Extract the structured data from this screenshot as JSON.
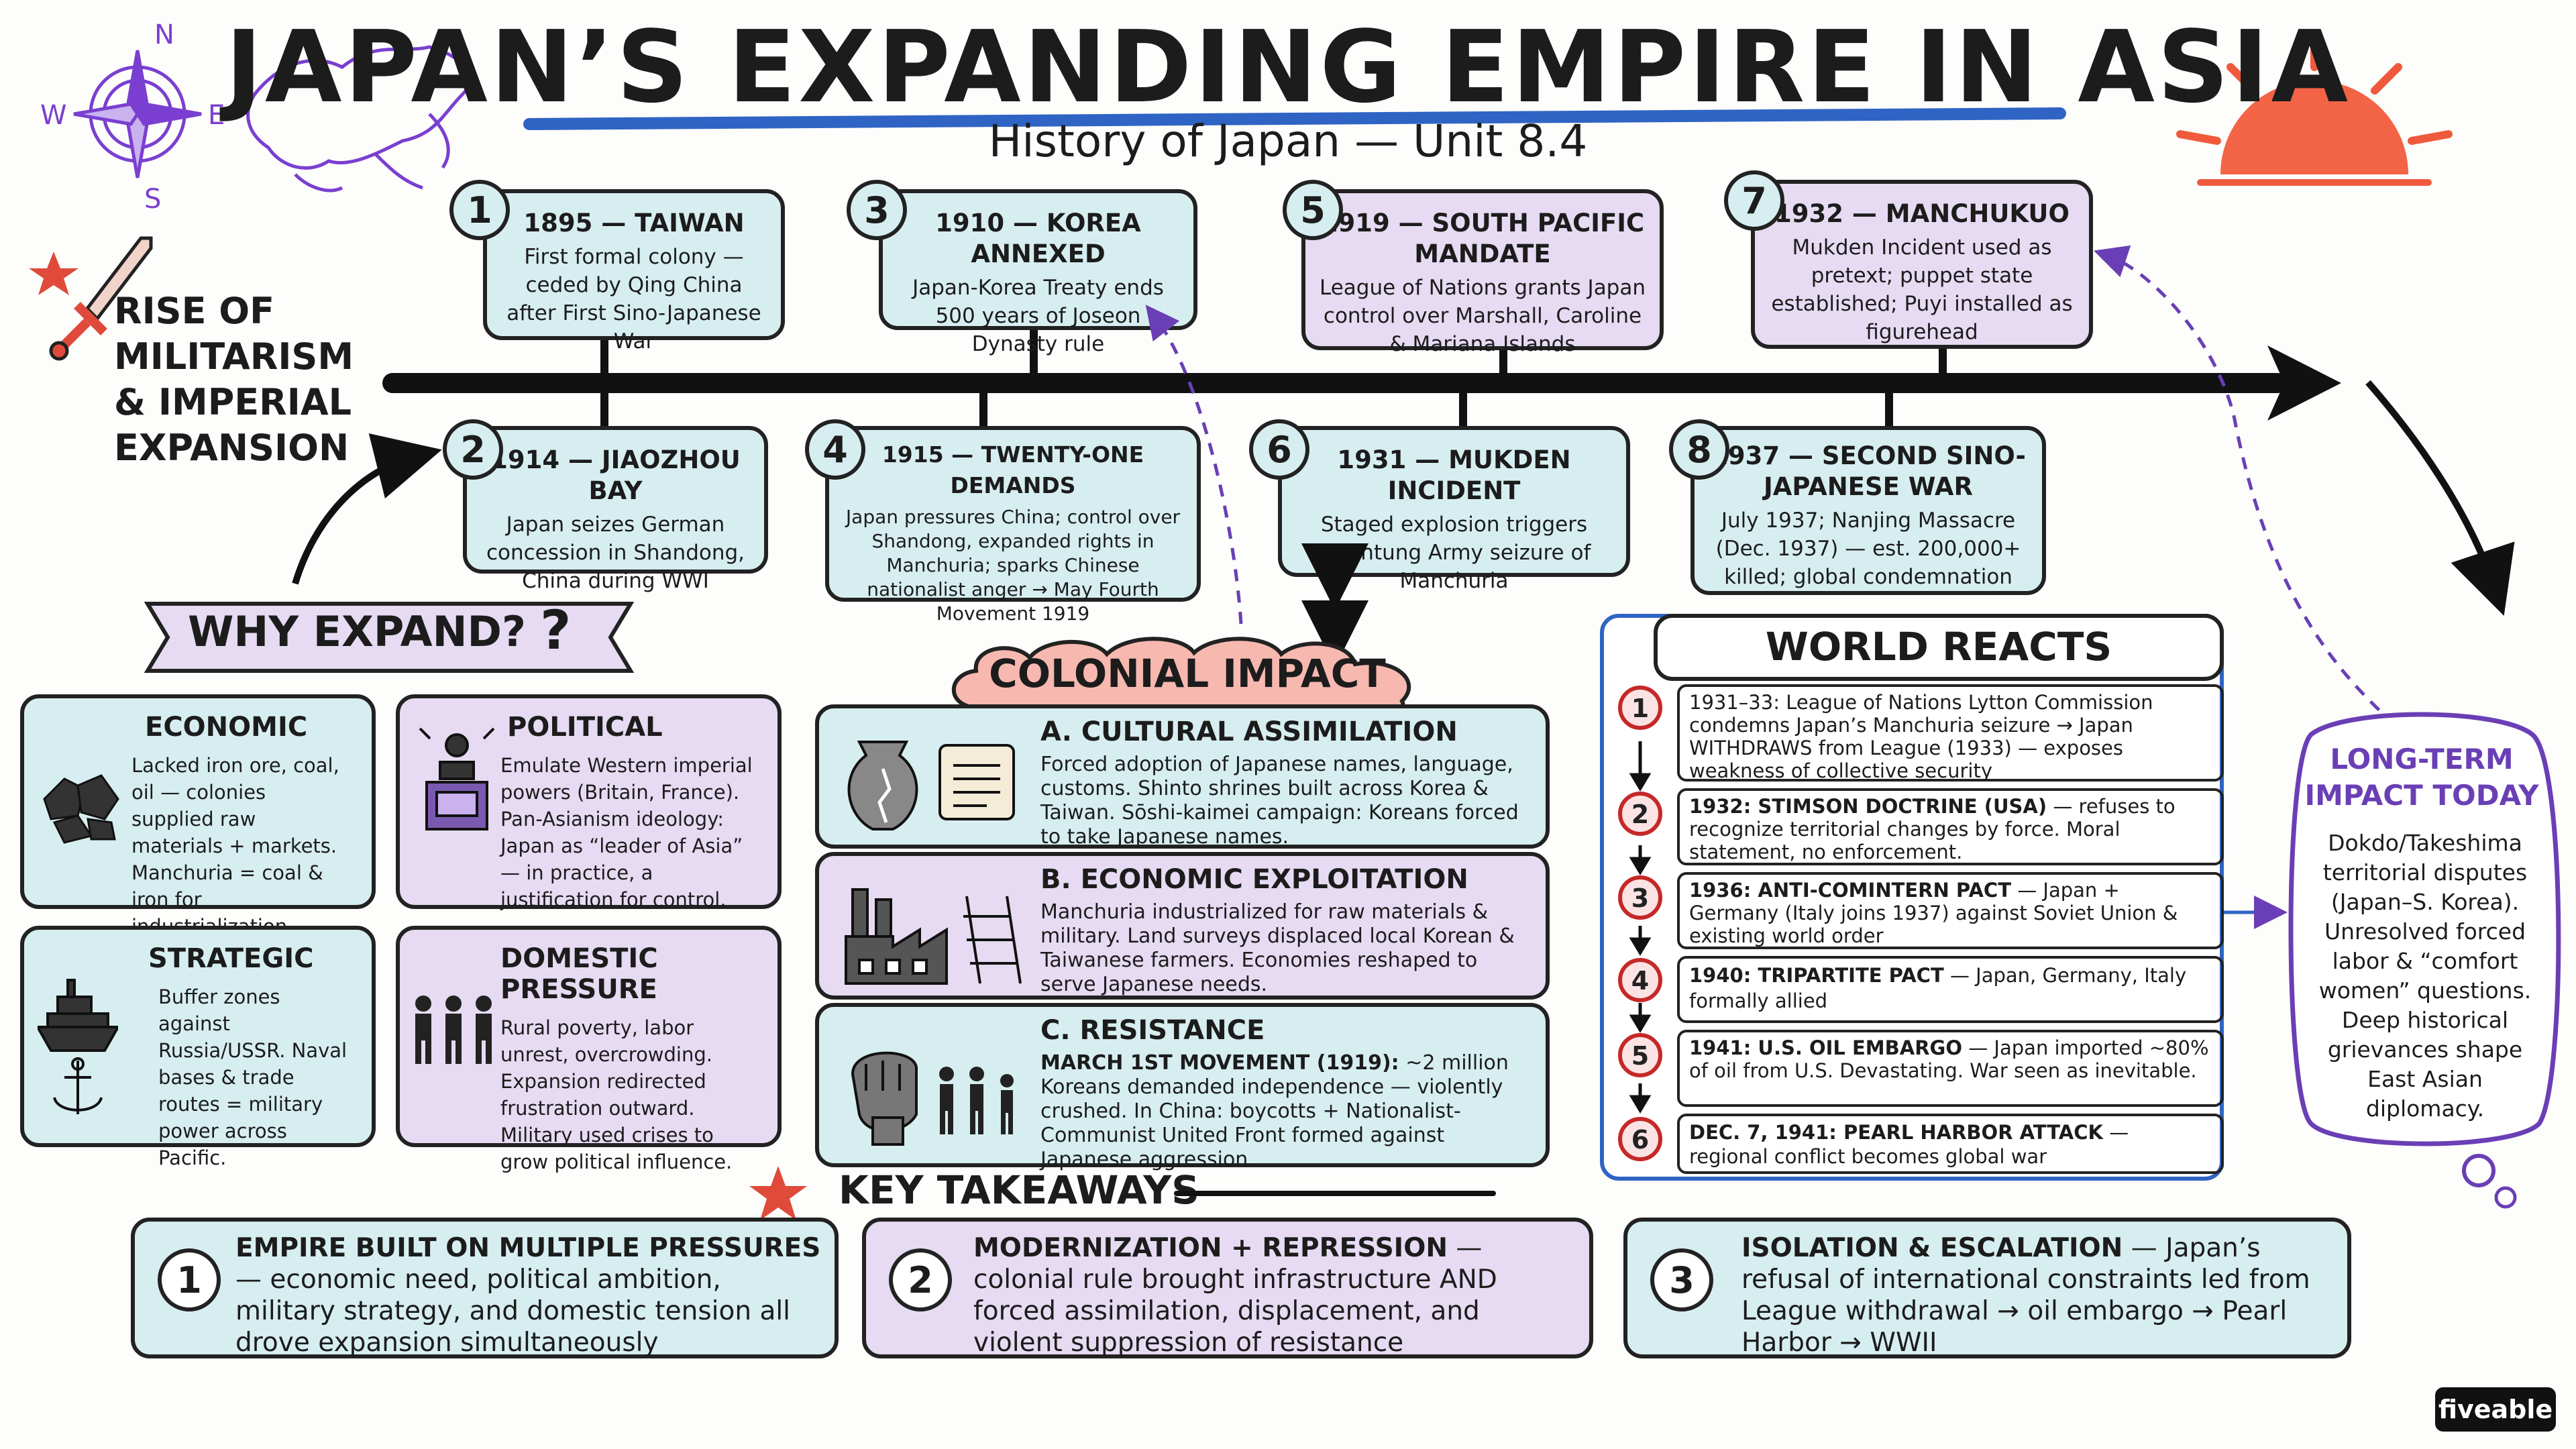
{
  "title": "JAPAN’S EXPANDING EMPIRE IN ASIA",
  "subtitle": "History of Japan — Unit 8.4",
  "compass": {
    "n": "N",
    "s": "S",
    "e": "E",
    "w": "W"
  },
  "side_label": "RISE OF MILITARISM & IMPERIAL EXPANSION",
  "timeline": [
    {
      "num": "1",
      "head": "1895 — TAIWAN",
      "body": "First formal colony — ceded by Qing China after First Sino-Japanese War"
    },
    {
      "num": "2",
      "head": "1914 — JIAOZHOU BAY",
      "body": "Japan seizes German concession in Shandong, China during WWI"
    },
    {
      "num": "3",
      "head": "1910 — KOREA ANNEXED",
      "body": "Japan-Korea Treaty ends 500 years of Joseon Dynasty rule"
    },
    {
      "num": "4",
      "head": "1915 — TWENTY-ONE DEMANDS",
      "body": "Japan pressures China; control over Shandong, expanded rights in Manchuria; sparks Chinese nationalist anger → May Fourth Movement 1919"
    },
    {
      "num": "5",
      "head": "1919 — SOUTH PACIFIC MANDATE",
      "body": "League of Nations grants Japan control over Marshall, Caroline & Mariana Islands"
    },
    {
      "num": "6",
      "head": "1931 — MUKDEN INCIDENT",
      "body": "Staged explosion triggers Kwantung Army seizure of Manchuria"
    },
    {
      "num": "7",
      "head": "1932 — MANCHUKUO",
      "body": "Mukden Incident used as pretext; puppet state established; Puyi installed as figurehead"
    },
    {
      "num": "8",
      "head": "1937 — SECOND SINO-JAPANESE WAR",
      "body": "July 1937; Nanjing Massacre (Dec. 1937) — est. 200,000+ killed; global condemnation"
    }
  ],
  "why": {
    "title": "WHY EXPAND?",
    "mark": "?",
    "items": [
      {
        "head": "ECONOMIC",
        "body": "Lacked iron ore, coal, oil — colonies supplied raw materials + markets. Manchuria = coal & iron for industrialization."
      },
      {
        "head": "POLITICAL",
        "body": "Emulate Western imperial powers (Britain, France). Pan-Asianism ideology: Japan as “leader of Asia” — in practice, a justification for control."
      },
      {
        "head": "STRATEGIC",
        "body": "Buffer zones against Russia/USSR. Naval bases & trade routes = military power across Pacific."
      },
      {
        "head": "DOMESTIC PRESSURE",
        "body": "Rural poverty, labor unrest, overcrowding. Expansion redirected frustration outward. Military used crises to grow political influence."
      }
    ]
  },
  "colonial": {
    "title": "COLONIAL IMPACT",
    "items": [
      {
        "head": "A. CULTURAL ASSIMILATION",
        "body": "Forced adoption of Japanese names, language, customs. Shinto shrines built across Korea & Taiwan. Sōshi-kaimei campaign: Koreans forced to take Japanese names."
      },
      {
        "head": "B. ECONOMIC EXPLOITATION",
        "body": "Manchuria industrialized for raw materials & military. Land surveys displaced local Korean & Taiwanese farmers. Economies reshaped to serve Japanese needs."
      },
      {
        "head": "C. RESISTANCE",
        "body_bold": "MARCH 1ST MOVEMENT (1919):",
        "body": " ~2 million Koreans demanded independence — violently crushed. In China: boycotts + Nationalist-Communist United Front formed against Japanese aggression."
      }
    ]
  },
  "world": {
    "title": "WORLD REACTS",
    "items": [
      {
        "num": "1",
        "bold": "",
        "text": "1931–33: League of Nations Lytton Commission condemns Japan’s Manchuria seizure → Japan WITHDRAWS from League (1933) — exposes weakness of collective security"
      },
      {
        "num": "2",
        "bold": "1932: STIMSON DOCTRINE (USA)",
        "text": " — refuses to recognize territorial changes by force. Moral statement, no enforcement."
      },
      {
        "num": "3",
        "bold": "1936: ANTI-COMINTERN PACT",
        "text": " — Japan + Germany (Italy joins 1937) against Soviet Union & existing world order"
      },
      {
        "num": "4",
        "bold": "1940: TRIPARTITE PACT",
        "text": " — Japan, Germany, Italy formally allied"
      },
      {
        "num": "5",
        "bold": "1941: U.S. OIL EMBARGO",
        "text": " — Japan imported ~80% of oil from U.S. Devastating. War seen as inevitable."
      },
      {
        "num": "6",
        "bold": "DEC. 7, 1941: PEARL HARBOR ATTACK",
        "text": " — regional conflict becomes global war"
      }
    ]
  },
  "longterm": {
    "title": "LONG-TERM IMPACT TODAY",
    "body": "Dokdo/Takeshima territorial disputes (Japan–S. Korea). Unresolved forced labor & “comfort women” questions. Deep historical grievances shape East Asian diplomacy."
  },
  "takeaways": {
    "title": "KEY TAKEAWAYS",
    "items": [
      {
        "num": "1",
        "bold": "EMPIRE BUILT ON MULTIPLE PRESSURES",
        "text": " — economic need, political ambition, military strategy, and domestic tension all drove expansion simultaneously"
      },
      {
        "num": "2",
        "bold": "MODERNIZATION + REPRESSION",
        "text": " — colonial rule brought infrastructure AND forced assimilation, displacement, and violent suppression of resistance"
      },
      {
        "num": "3",
        "bold": "ISOLATION & ESCALATION",
        "text": " — Japan’s refusal of international constraints led from League withdrawal → oil embargo → Pearl Harbor → WWII"
      }
    ]
  },
  "brand": "fiveable",
  "colors": {
    "accent_blue": "#2f64c4",
    "accent_red": "#e04a3a",
    "accent_purple": "#6a3fb5",
    "box_blue": "#d7eef1",
    "box_purple": "#e6dbf2"
  }
}
